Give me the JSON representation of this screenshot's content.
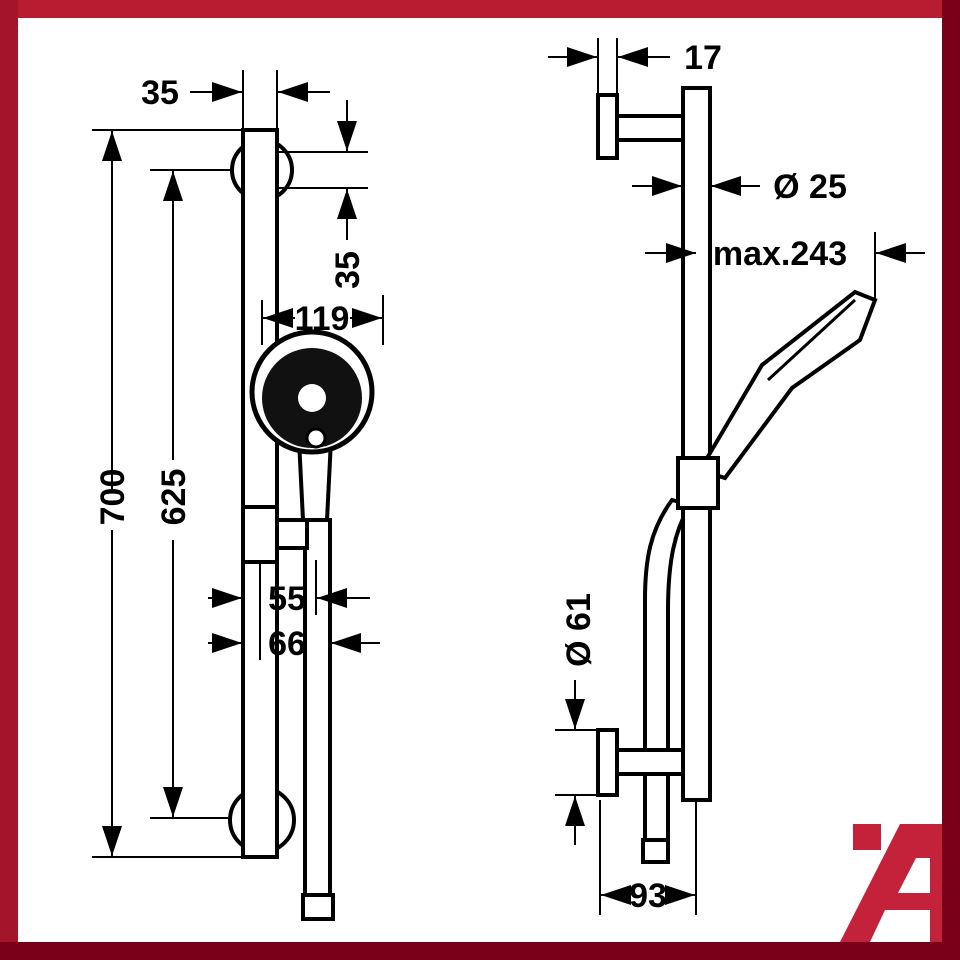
{
  "drawing": {
    "front_view": {
      "dimensions": {
        "bracket_width": "35",
        "bracket_height": "35",
        "overall_height": "700",
        "bracket_spacing": "625",
        "head_diameter": "119",
        "slider_depth_1": "55",
        "slider_depth_2": "66"
      }
    },
    "side_view": {
      "dimensions": {
        "arm_plate": "17",
        "rail_diameter": "Ø 25",
        "max_projection": "max.243",
        "bracket_diameter": "Ø 61",
        "wall_offset": "93"
      }
    }
  },
  "logo": {
    "text": "A",
    "color": "#c4223a"
  },
  "colors": {
    "frame": "#b3192d",
    "frame_dark": "#7a0019",
    "line": "#000000"
  }
}
